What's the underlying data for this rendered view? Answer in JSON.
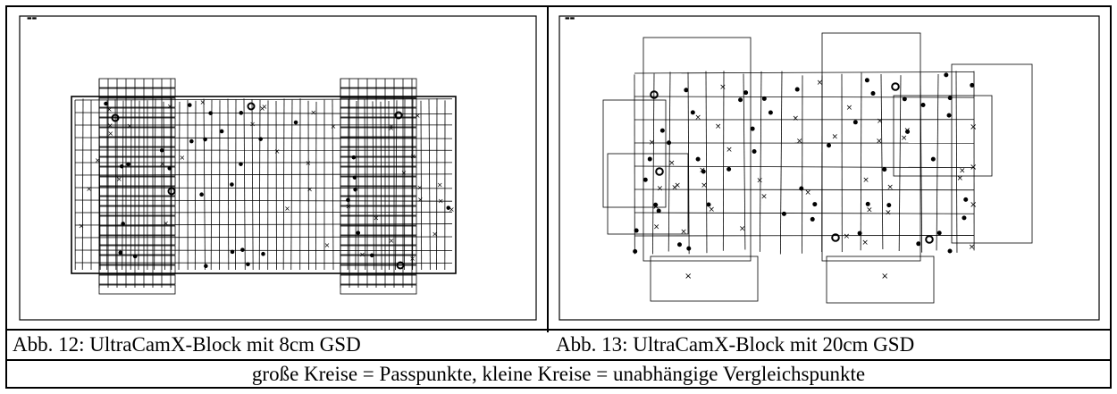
{
  "figures": [
    {
      "caption": "Abb. 12: UltraCamX-Block mit 8cm GSD"
    },
    {
      "caption": "Abb. 13: UltraCamX-Block mit 20cm GSD"
    }
  ],
  "footnote": "große Kreise = Passpunkte, kleine Kreise = unabhängige Vergleichspunkte"
}
